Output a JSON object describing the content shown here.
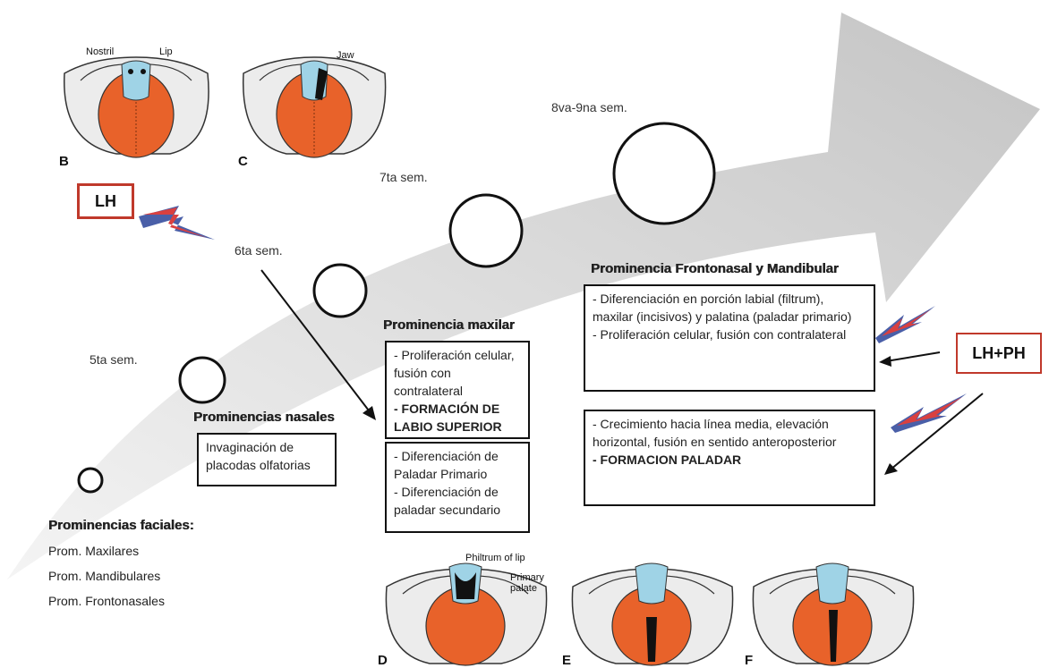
{
  "weeks": {
    "w5": "5ta sem.",
    "w6": "6ta sem.",
    "w7": "7ta sem.",
    "w8": "8va-9na sem."
  },
  "tags": {
    "lh": "LH",
    "lhph": "LH+PH"
  },
  "facial": {
    "title": "Prominencias faciales:",
    "items": [
      "Prom. Maxilares",
      "Prom. Mandibulares",
      "Prom. Frontonasales"
    ]
  },
  "nasal": {
    "title": "Prominencias nasales",
    "text": "Invaginación de placodas olfatorias"
  },
  "maxilar": {
    "title": "Prominencia maxilar",
    "box1_line1": "- Proliferación celular, fusión con contralateral",
    "box1_line2": "- FORMACIÓN DE LABIO SUPERIOR",
    "box2_line1": "- Diferenciación de Paladar Primario",
    "box2_line2": "- Diferenciación de paladar secundario"
  },
  "frontonasal": {
    "title": "Prominencia Frontonasal y Mandibular",
    "box1_line1": "- Diferenciación en porción labial (filtrum), maxilar (incisivos) y palatina (paladar primario)",
    "box1_line2": "- Proliferación celular, fusión con contralateral",
    "box2_line1": "- Crecimiento hacia línea media, elevación horizontal, fusión en sentido anteroposterior",
    "box2_line2": "- FORMACION PALADAR"
  },
  "anatomy_labels": {
    "nostril": "Nostril",
    "lip": "Lip",
    "jaw": "Jaw",
    "philtrum": "Philtrum of lip",
    "primary_palate": "Primary palate"
  },
  "panel_letters": {
    "b": "B",
    "c": "C",
    "d": "D",
    "e": "E",
    "f": "F"
  },
  "colors": {
    "arrow": "#cfcfcf",
    "orange": "#e8622a",
    "blue": "#9fd3e6",
    "lightning_red": "#d94040",
    "lightning_blue": "#4a5fa8",
    "tag_border": "#c0392b"
  }
}
